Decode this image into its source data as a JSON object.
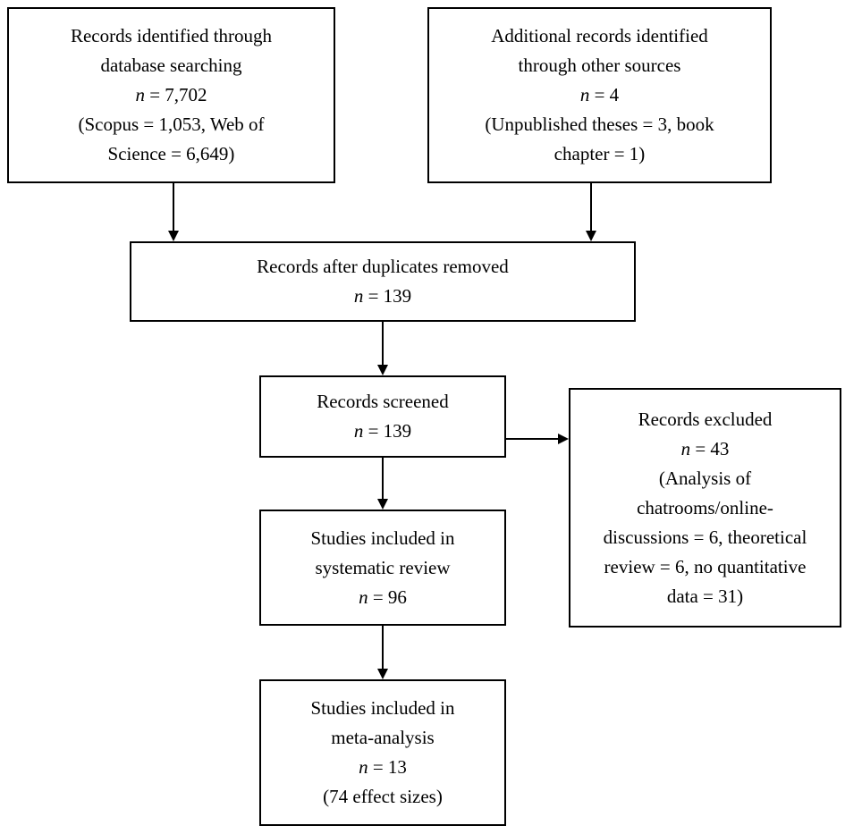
{
  "colors": {
    "line": "#000000",
    "background": "#ffffff",
    "text": "#000000"
  },
  "boxes": {
    "identified_database": {
      "label": "Records identified through\ndatabase searching",
      "n_symbol": "n",
      "n_value": "= 7,702",
      "detail": "(Scopus = 1,053, Web of\nScience = 6,649)"
    },
    "identified_other": {
      "label": "Additional records identified\nthrough other sources",
      "n_symbol": "n",
      "n_value": "= 4",
      "detail": "(Unpublished theses = 3, book\nchapter = 1)"
    },
    "duplicates_removed": {
      "label": "Records after duplicates removed",
      "n_symbol": "n",
      "n_value": "= 139"
    },
    "screened": {
      "label": "Records screened",
      "n_symbol": "n",
      "n_value": "= 139"
    },
    "excluded": {
      "label": "Records excluded",
      "n_symbol": "n",
      "n_value": "= 43",
      "detail": "(Analysis of\nchatrooms/online-\ndiscussions = 6, theoretical\nreview = 6, no quantitative\ndata = 31)"
    },
    "systematic_review": {
      "label": "Studies included in\nsystematic review",
      "n_symbol": "n",
      "n_value": "= 96"
    },
    "meta_analysis": {
      "label": "Studies included in\nmeta-analysis",
      "n_symbol": "n",
      "n_value": "= 13",
      "detail": "(74 effect sizes)"
    }
  }
}
